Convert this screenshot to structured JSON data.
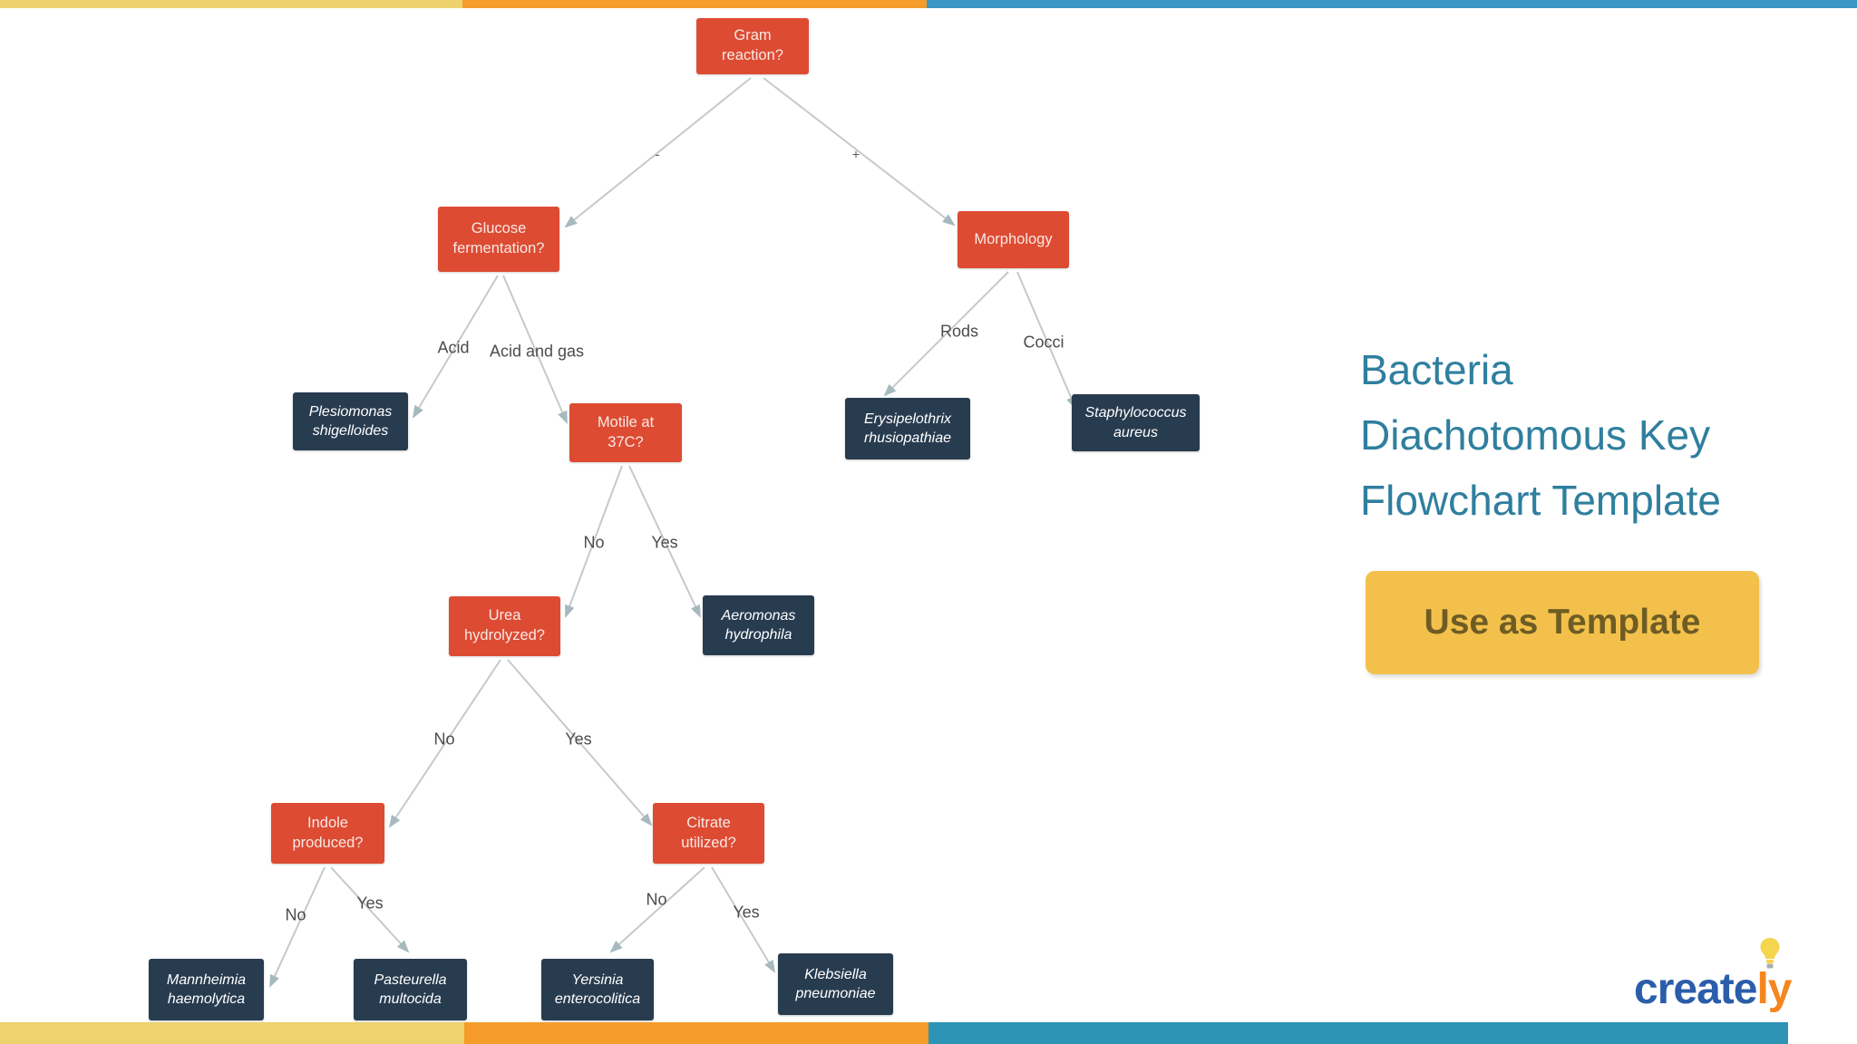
{
  "bars": {
    "top_segments": [
      {
        "name": "yellow",
        "color": "#EDD26E"
      },
      {
        "name": "orange",
        "color": "#F59C2B"
      },
      {
        "name": "blue",
        "color": "#3B97C4"
      }
    ],
    "bottom_segments": [
      {
        "name": "yellow",
        "color": "#EDD26E"
      },
      {
        "name": "orange",
        "color": "#F59C2B"
      },
      {
        "name": "teal",
        "color": "#2D94B6"
      }
    ]
  },
  "flowchart": {
    "colors": {
      "decision_box": "#DD4B33",
      "result_box": "#283C50",
      "connector": "#C6C9CB",
      "arrowhead": "#A5B9BF"
    },
    "nodes": [
      {
        "id": "gram-reaction",
        "type": "decision",
        "label": "Gram reaction?"
      },
      {
        "id": "glucose-fermentation",
        "type": "decision",
        "label": "Glucose fermentation?"
      },
      {
        "id": "morphology",
        "type": "decision",
        "label": "Morphology"
      },
      {
        "id": "plesiomonas-shigelloides",
        "type": "result",
        "label": "Plesiomonas shigelloides"
      },
      {
        "id": "motile-at-37c",
        "type": "decision",
        "label": "Motile at 37C?"
      },
      {
        "id": "erysipelothrix-rhusiopathiae",
        "type": "result",
        "label": "Erysipelothrix rhusiopathiae"
      },
      {
        "id": "staphylococcus-aureus",
        "type": "result",
        "label": "Staphylococcus aureus"
      },
      {
        "id": "urea-hydrolyzed",
        "type": "decision",
        "label": "Urea hydrolyzed?"
      },
      {
        "id": "aeromonas-hydrophila",
        "type": "result",
        "label": "Aeromonas hydrophila"
      },
      {
        "id": "indole-produced",
        "type": "decision",
        "label": "Indole produced?"
      },
      {
        "id": "citrate-utilized",
        "type": "decision",
        "label": "Citrate utilized?"
      },
      {
        "id": "mannheimia-haemolytica",
        "type": "result",
        "label": "Mannheimia haemolytica"
      },
      {
        "id": "pasteurella-multocida",
        "type": "result",
        "label": "Pasteurella multocida"
      },
      {
        "id": "yersinia-enterocolitica",
        "type": "result",
        "label": "Yersinia enterocolitica"
      },
      {
        "id": "klebsiella-pneumoniae",
        "type": "result",
        "label": "Klebsiella pneumoniae"
      }
    ],
    "edges": [
      {
        "from": "gram-reaction",
        "to": "glucose-fermentation",
        "label": "-"
      },
      {
        "from": "gram-reaction",
        "to": "morphology",
        "label": "+"
      },
      {
        "from": "glucose-fermentation",
        "to": "plesiomonas-shigelloides",
        "label": "Acid"
      },
      {
        "from": "glucose-fermentation",
        "to": "motile-at-37c",
        "label": "Acid and gas"
      },
      {
        "from": "morphology",
        "to": "erysipelothrix-rhusiopathiae",
        "label": "Rods"
      },
      {
        "from": "morphology",
        "to": "staphylococcus-aureus",
        "label": "Cocci"
      },
      {
        "from": "motile-at-37c",
        "to": "urea-hydrolyzed",
        "label": "No"
      },
      {
        "from": "motile-at-37c",
        "to": "aeromonas-hydrophila",
        "label": "Yes"
      },
      {
        "from": "urea-hydrolyzed",
        "to": "indole-produced",
        "label": "No"
      },
      {
        "from": "urea-hydrolyzed",
        "to": "citrate-utilized",
        "label": "Yes"
      },
      {
        "from": "indole-produced",
        "to": "mannheimia-haemolytica",
        "label": "No"
      },
      {
        "from": "indole-produced",
        "to": "pasteurella-multocida",
        "label": "Yes"
      },
      {
        "from": "citrate-utilized",
        "to": "yersinia-enterocolitica",
        "label": "No"
      },
      {
        "from": "citrate-utilized",
        "to": "klebsiella-pneumoniae",
        "label": "Yes"
      }
    ]
  },
  "panel": {
    "title_lines": [
      "Bacteria",
      "Diachotomous Key",
      "Flowchart Template"
    ],
    "title_color": "#2F7F9E",
    "button": {
      "label": "Use as Template",
      "bg": "#F3C14B",
      "text_color": "#6E5C25"
    }
  },
  "logo": {
    "text_blue": "create",
    "text_orange": "ly",
    "blue": "#2B5DA9",
    "orange": "#F6861F",
    "bulb_color": "#F5D44E"
  }
}
